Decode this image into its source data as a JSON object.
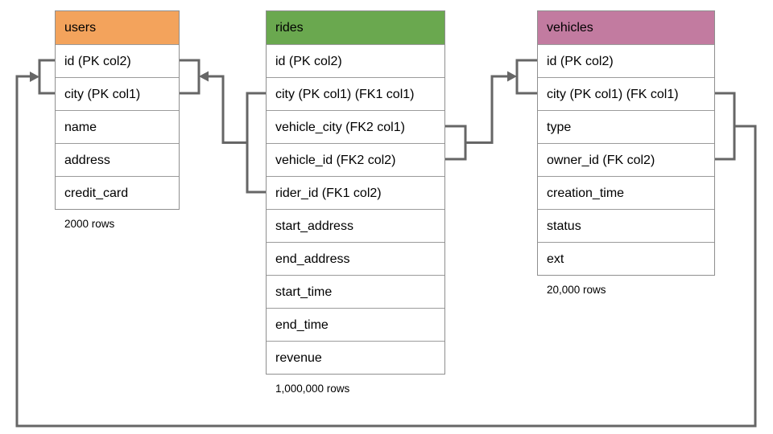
{
  "diagram": {
    "background": "#ffffff",
    "connector_color": "#666666",
    "tables": [
      {
        "name": "users",
        "header_color": "#F3A35C",
        "columns": [
          "id (PK col2)",
          "city (PK col1)",
          "name",
          "address",
          "credit_card"
        ],
        "row_count": "2000 rows"
      },
      {
        "name": "rides",
        "header_color": "#6AA84F",
        "columns": [
          "id (PK col2)",
          "city (PK col1) (FK1 col1)",
          "vehicle_city (FK2 col1)",
          "vehicle_id (FK2 col2)",
          "rider_id (FK1 col2)",
          "start_address",
          "end_address",
          "start_time",
          "end_time",
          "revenue"
        ],
        "row_count": "1,000,000 rows"
      },
      {
        "name": "vehicles",
        "header_color": "#C27BA0",
        "columns": [
          "id (PK col2)",
          "city (PK col1) (FK col1)",
          "type",
          "owner_id (FK col2)",
          "creation_time",
          "status",
          "ext"
        ],
        "row_count": "20,000 rows"
      }
    ],
    "relationships": [
      {
        "name": "FK1",
        "from_table": "rides",
        "from_columns": [
          "city",
          "rider_id"
        ],
        "to_table": "users",
        "to_columns": [
          "id",
          "city"
        ]
      },
      {
        "name": "FK2",
        "from_table": "rides",
        "from_columns": [
          "vehicle_city",
          "vehicle_id"
        ],
        "to_table": "vehicles",
        "to_columns": [
          "id",
          "city"
        ]
      },
      {
        "name": "FK",
        "from_table": "vehicles",
        "from_columns": [
          "city",
          "owner_id"
        ],
        "to_table": "users",
        "to_columns": [
          "id",
          "city"
        ]
      }
    ]
  }
}
